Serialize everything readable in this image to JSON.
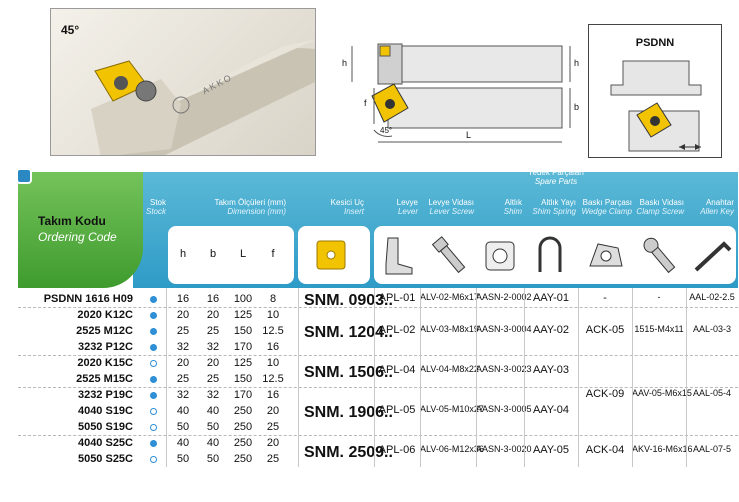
{
  "photo": {
    "angle_label": "45°",
    "brand": "AKKO"
  },
  "drawing": {
    "dim_h": "h",
    "dim_f": "f",
    "dim_b": "b",
    "dim_L": "L",
    "dim_angle": "45°"
  },
  "detail": {
    "title": "PSDNN"
  },
  "table": {
    "code_title": "Takım Kodu",
    "code_subtitle": "Ordering Code",
    "stock_label": "Stok",
    "stock_sub": "Stock",
    "dim_label": "Takım Ölçüleri (mm)",
    "dim_sub": "Dimension (mm)",
    "insert_label": "Kesici Uç",
    "insert_sub": "Insert",
    "spare_label": "Yedek Parçaları",
    "spare_sub": "Spare Parts",
    "dims": [
      "h",
      "b",
      "L",
      "f"
    ],
    "spare_cols": [
      {
        "tr": "Levye",
        "en": "Lever"
      },
      {
        "tr": "Levye Vidası",
        "en": "Lever Screw"
      },
      {
        "tr": "Altlık",
        "en": "Shim"
      },
      {
        "tr": "Altlık Yayı",
        "en": "Shim Spring"
      },
      {
        "tr": "Baskı Parçası",
        "en": "Wedge Clamp"
      },
      {
        "tr": "Baskı Vidası",
        "en": "Clamp Screw"
      },
      {
        "tr": "Anahtar",
        "en": "Allen Key"
      }
    ],
    "rows": [
      {
        "code": "PSDNN  1616 H09",
        "stock": "full",
        "h": "16",
        "b": "16",
        "L": "100",
        "f": "8"
      },
      {
        "code": "2020 K12C",
        "stock": "full",
        "h": "20",
        "b": "20",
        "L": "125",
        "f": "10"
      },
      {
        "code": "2525 M12C",
        "stock": "full",
        "h": "25",
        "b": "25",
        "L": "150",
        "f": "12.5"
      },
      {
        "code": "3232 P12C",
        "stock": "full",
        "h": "32",
        "b": "32",
        "L": "170",
        "f": "16"
      },
      {
        "code": "2020 K15C",
        "stock": "empty",
        "h": "20",
        "b": "20",
        "L": "125",
        "f": "10"
      },
      {
        "code": "2525 M15C",
        "stock": "full",
        "h": "25",
        "b": "25",
        "L": "150",
        "f": "12.5"
      },
      {
        "code": "3232 P19C",
        "stock": "full",
        "h": "32",
        "b": "32",
        "L": "170",
        "f": "16"
      },
      {
        "code": "4040 S19C",
        "stock": "empty",
        "h": "40",
        "b": "40",
        "L": "250",
        "f": "20"
      },
      {
        "code": "5050 S19C",
        "stock": "empty",
        "h": "50",
        "b": "50",
        "L": "250",
        "f": "25"
      },
      {
        "code": "4040 S25C",
        "stock": "full",
        "h": "40",
        "b": "40",
        "L": "250",
        "f": "20"
      },
      {
        "code": "5050 S25C",
        "stock": "empty",
        "h": "50",
        "b": "50",
        "L": "250",
        "f": "25"
      }
    ],
    "groups": [
      {
        "insert": "SNM. 0903..",
        "lever": "APL-01",
        "lever_screw": "ALV-02-M6x17",
        "shim": "AASN-2-0002",
        "shim_spring": "AAY-01",
        "wedge": "-",
        "clamp_screw": "-",
        "key": "AAL-02-2.5"
      },
      {
        "insert": "SNM. 1204..",
        "lever": "APL-02",
        "lever_screw": "ALV-03-M8x19",
        "shim": "AASN-3-0004",
        "shim_spring": "AAY-02",
        "wedge": "ACK-05",
        "clamp_screw": "1515-M4x11",
        "key": "AAL-03-3"
      },
      {
        "insert": "SNM. 1506..",
        "lever": "APL-04",
        "lever_screw": "ALV-04-M8x22",
        "shim": "AASN-3-0023",
        "shim_spring": "AAY-03"
      },
      {
        "insert": "SNM. 1906..",
        "lever": "APL-05",
        "lever_screw": "ALV-05-M10x27",
        "shim": "AASN-3-0005",
        "shim_spring": "AAY-04"
      },
      {
        "wedge": "ACK-09",
        "clamp_screw": "AAV-05-M6x15",
        "key": "AAL-05-4"
      },
      {
        "insert": "SNM. 2509..",
        "lever": "APL-06",
        "lever_screw": "ALV-06-M12x36",
        "shim": "AASN-3-0020",
        "shim_spring": "AAY-05",
        "wedge": "ACK-04",
        "clamp_screw": "AKV-16-M6x16",
        "key": "AAL-07-5"
      }
    ]
  }
}
